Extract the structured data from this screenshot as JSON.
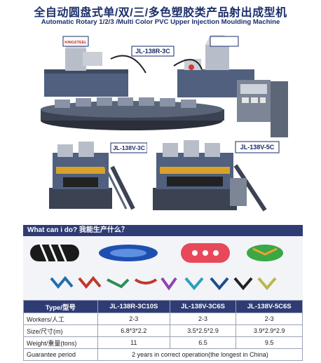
{
  "header": {
    "title_cn": "全自动圆盘式单/双/三/多色塑胶类产品射出成型机",
    "title_en": "Automatic Rotary 1/2/3 /Multi Color PVC Upper Injection Moulding Machine"
  },
  "machines": {
    "top_label": "JL-138R-3C",
    "left_label": "JL-138V-3C",
    "right_label": "JL-138V-5C",
    "logo_text": "KINGSTEEL"
  },
  "products": {
    "heading": "What can i do? 我能生产什么？",
    "slipper_colors": [
      "#1a1a1a",
      "#1e4fb0",
      "#e8495a",
      "#3aa845"
    ],
    "upper_colors": [
      "#1f6fb0",
      "#c0392b",
      "#2e8b57",
      "#c0392b",
      "#8e44ad",
      "#2a9fbc",
      "#1c4f88",
      "#222222",
      "#b8b84a"
    ]
  },
  "specs": {
    "headers": [
      "Type/型号",
      "JL-138R-3C10S",
      "JL-138V-3C6S",
      "JL-138V-5C6S"
    ],
    "rows": [
      {
        "label": "Workers/人工",
        "v1": "2-3",
        "v2": "2-3",
        "v3": "2-3"
      },
      {
        "label": "Size/尺寸(m)",
        "v1": "6.8*3*2.2",
        "v2": "3.5*2.5*2.9",
        "v3": "3.9*2.9*2.9"
      },
      {
        "label": "Weight/重量(tons)",
        "v1": "11",
        "v2": "6.5",
        "v3": "9.5"
      }
    ],
    "guarantee_label": "Guarantee period",
    "guarantee_value": "2 years in correct operation(the longest in China)"
  }
}
